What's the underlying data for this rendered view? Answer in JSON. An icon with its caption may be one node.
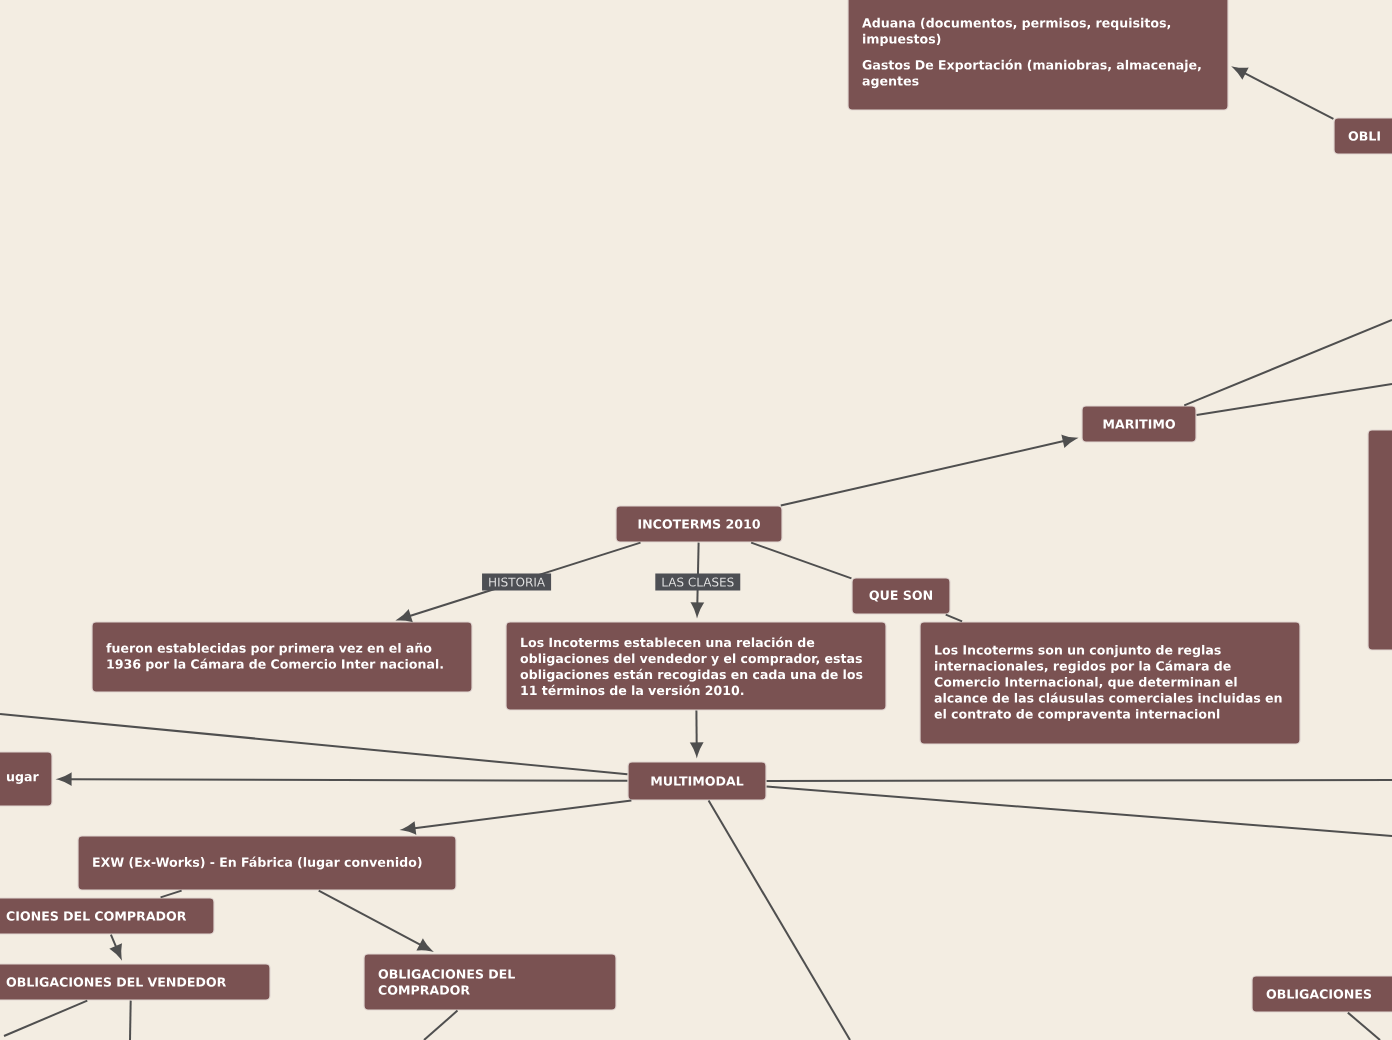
{
  "diagram": {
    "nodes": [
      {
        "text": [
          "Aduana (documentos, permisos, requisitos, impuestos)",
          "Gastos De Exportación (maniobras, almacenaje, agentes"
        ]
      },
      {
        "text": [
          "OBLI"
        ]
      },
      {
        "text": [
          "MARITIMO"
        ]
      },
      {
        "text": [],
        "shape": "box"
      },
      {
        "text": [
          "INCOTERMS 2010"
        ]
      },
      {
        "text": [
          "QUE SON"
        ]
      },
      {
        "text": [
          "fueron establecidas por primera vez en el año 1936 por la Cámara de Comercio Inter nacional."
        ]
      },
      {
        "text": [
          "Los Incoterms establecen una relación de obligaciones del vendedor y el comprador, estas obligaciones están recogidas en cada una de los 11 términos de la versión 2010."
        ]
      },
      {
        "text": [
          "Los Incoterms son un conjunto de reglas internacionales, regidos por la Cámara de Comercio Internacional, que determinan el alcance de las cláusulas comerciales incluidas en el contrato de compraventa internacionl"
        ]
      },
      {
        "text": [
          "ugar"
        ]
      },
      {
        "text": [
          "MULTIMODAL"
        ]
      },
      {
        "text": [
          "EXW (Ex-Works) - En Fábrica (lugar convenido)"
        ]
      },
      {
        "text": [
          "CIONES DEL COMPRADOR"
        ]
      },
      {
        "text": [
          "OBLIGACIONES DEL VENDEDOR"
        ]
      },
      {
        "text": [
          "OBLIGACIONES DEL COMPRADOR"
        ]
      },
      {
        "text": [
          "OBLIGACIONES"
        ]
      }
    ],
    "edges": [
      {
        "from": 1,
        "to": 0,
        "arrow": "to"
      },
      {
        "from": 2,
        "to": null,
        "arrow": "none"
      },
      {
        "from": 2,
        "to": null,
        "arrow": "none"
      },
      {
        "from": 4,
        "to": 2,
        "arrow": "to"
      },
      {
        "from": 4,
        "to": 6,
        "arrow": "to",
        "label": "HISTORIA"
      },
      {
        "from": 4,
        "to": 7,
        "arrow": "to",
        "label": "LAS CLASES"
      },
      {
        "from": 4,
        "to": 5,
        "arrow": "none"
      },
      {
        "from": 5,
        "to": 8,
        "arrow": "none"
      },
      {
        "from": 7,
        "to": 10,
        "arrow": "to"
      },
      {
        "from": 10,
        "to": null,
        "arrow": "none"
      },
      {
        "from": 10,
        "to": 9,
        "arrow": "to"
      },
      {
        "from": 10,
        "to": null,
        "arrow": "none"
      },
      {
        "from": 10,
        "to": null,
        "arrow": "none"
      },
      {
        "from": 10,
        "to": 11,
        "arrow": "to"
      },
      {
        "from": 10,
        "to": null,
        "arrow": "none"
      },
      {
        "from": 11,
        "to": 12,
        "arrow": "none"
      },
      {
        "from": 11,
        "to": 14,
        "arrow": "to"
      },
      {
        "from": 12,
        "to": 13,
        "arrow": "to"
      },
      {
        "from": 13,
        "to": null,
        "arrow": "none"
      },
      {
        "from": 13,
        "to": null,
        "arrow": "none"
      },
      {
        "from": 14,
        "to": null,
        "arrow": "none"
      },
      {
        "from": 15,
        "to": null,
        "arrow": "none"
      }
    ]
  }
}
